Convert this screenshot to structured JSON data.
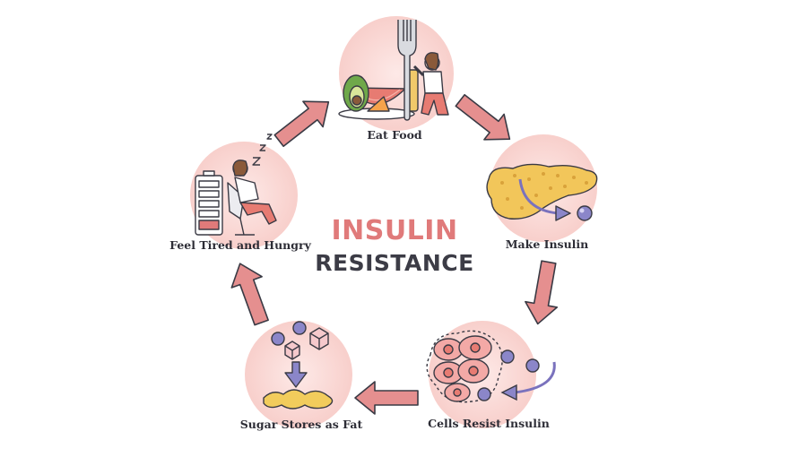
{
  "title": {
    "line1": "INSULIN",
    "line2": "RESISTANCE"
  },
  "steps": [
    {
      "label": "Eat Food"
    },
    {
      "label": "Make Insulin"
    },
    {
      "label": "Cells Resist Insulin"
    },
    {
      "label": "Sugar Stores as Fat"
    },
    {
      "label": "Feel Tired and Hungry"
    }
  ],
  "colors": {
    "arrow": "#e58f8f",
    "arrow_stroke": "#3a3a44",
    "circle_bg": "#fbe3e1",
    "title_accent": "#e07a7a",
    "title_dark": "#3c3c46",
    "pancreas": "#f2c65a",
    "insulin_molecule": "#8b86c9",
    "cell": "#f3a9a6",
    "sugar_cube": "#f5c9cc",
    "fat": "#f2cc5c",
    "battery_bar": "#e07a7a"
  },
  "icons": [
    "fork-icon",
    "pancreas-icon",
    "cells-icon",
    "sugar-cube-icon",
    "fat-blob-icon",
    "battery-icon",
    "sleep-z-icon"
  ]
}
